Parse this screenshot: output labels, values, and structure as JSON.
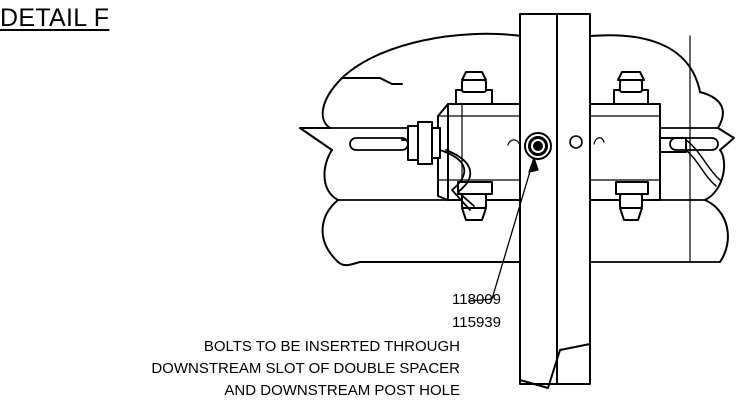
{
  "detail": {
    "title": "DETAIL F"
  },
  "callouts": {
    "part_number_1": "118009",
    "part_number_2": "115939",
    "note_lines": [
      "BOLTS TO BE INSERTED THROUGH",
      "DOWNSTREAM SLOT OF DOUBLE SPACER",
      "AND DOWNSTREAM POST HOLE"
    ]
  },
  "colors": {
    "line": "#000000",
    "background": "#ffffff"
  }
}
